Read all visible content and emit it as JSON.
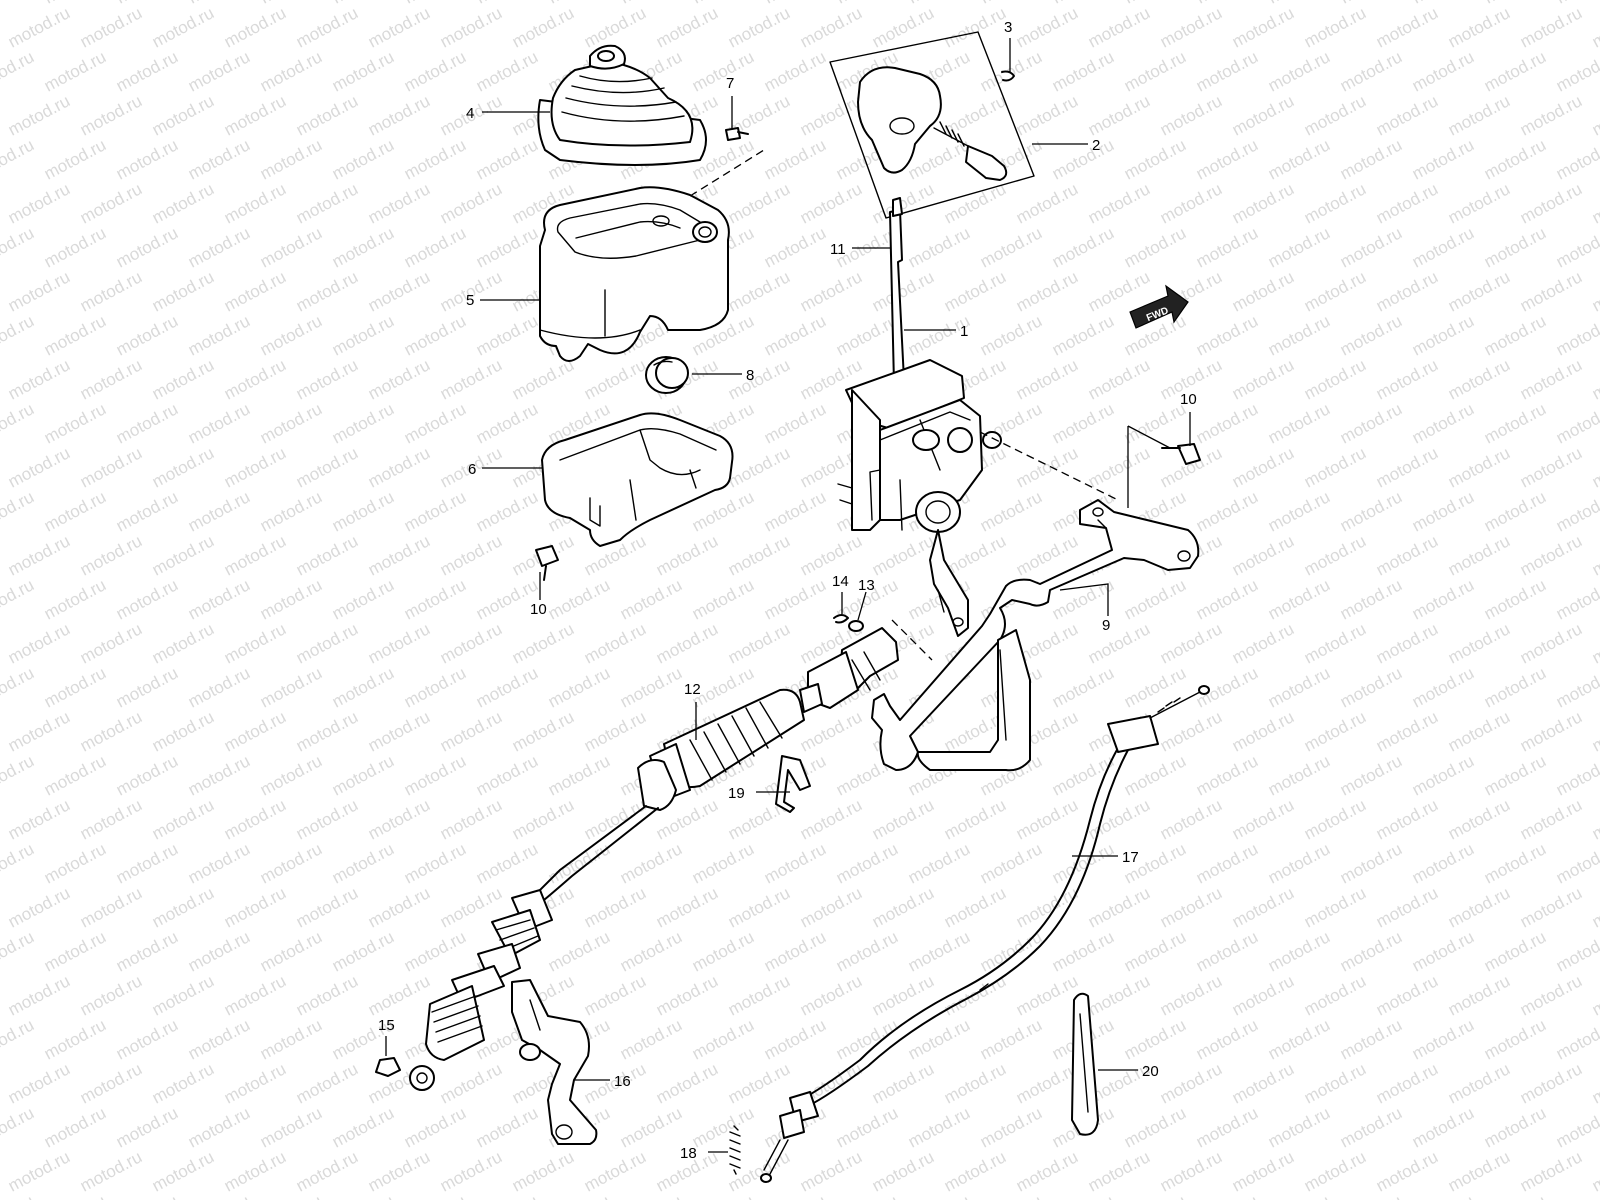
{
  "watermark": "motod.ru",
  "direction_marker": "FWD",
  "callouts": {
    "c1": "1",
    "c2": "2",
    "c3": "3",
    "c4": "4",
    "c5": "5",
    "c6": "6",
    "c7": "7",
    "c8": "8",
    "c9": "9",
    "c10a": "10",
    "c10b": "10",
    "c11": "11",
    "c12": "12",
    "c13": "13",
    "c14": "14",
    "c15": "15",
    "c16": "16",
    "c17": "17",
    "c18": "18",
    "c19": "19",
    "c20": "20"
  }
}
